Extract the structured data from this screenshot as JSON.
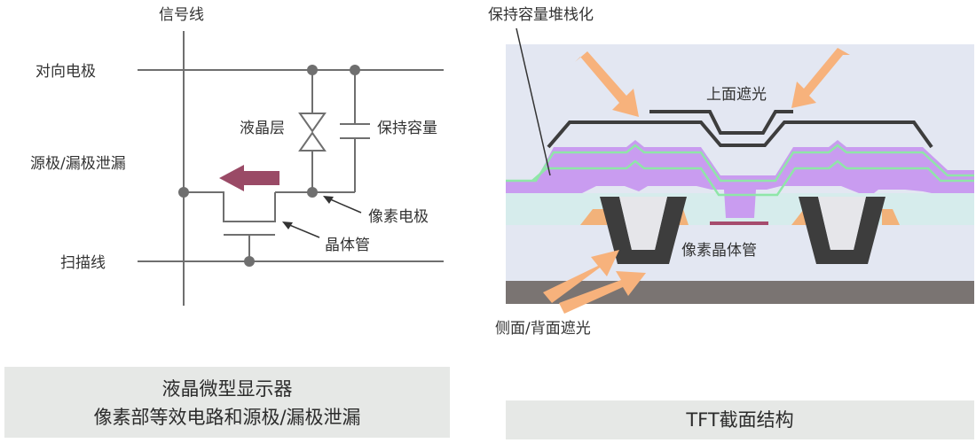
{
  "circuit": {
    "signal_line": "信号线",
    "counter_electrode": "对向电极",
    "source_drain_leak": "源极/漏极泄漏",
    "liquid_crystal_layer": "液晶层",
    "storage_capacitor": "保持容量",
    "pixel_electrode": "像素电极",
    "transistor": "晶体管",
    "scan_line": "扫描线",
    "caption_line1": "液晶微型显示器",
    "caption_line2": "像素部等效电路和源极/漏极泄漏"
  },
  "cross_section": {
    "stacked_capacitor": "保持容量堆栈化",
    "top_shielding": "上面遮光",
    "pixel_transistor": "像素晶体管",
    "side_back_shielding": "侧面/背面遮光",
    "caption": "TFT截面结构"
  },
  "colors": {
    "wire": "#6f6f6f",
    "leak_arrow": "#9a4a66",
    "light_arrow": "#f7b27c",
    "panel_bg": "#e3e7f2",
    "caption_bg": "#e6e8e6",
    "purple_layer": "#c99cf0",
    "green_line": "#8fe6a8",
    "cyan_layer": "#d6ecec",
    "substrate": "#7a7472",
    "dark_shield": "#3d3d3d",
    "orange_pad": "#f2b27a",
    "pixel_line": "#a64c6e"
  }
}
